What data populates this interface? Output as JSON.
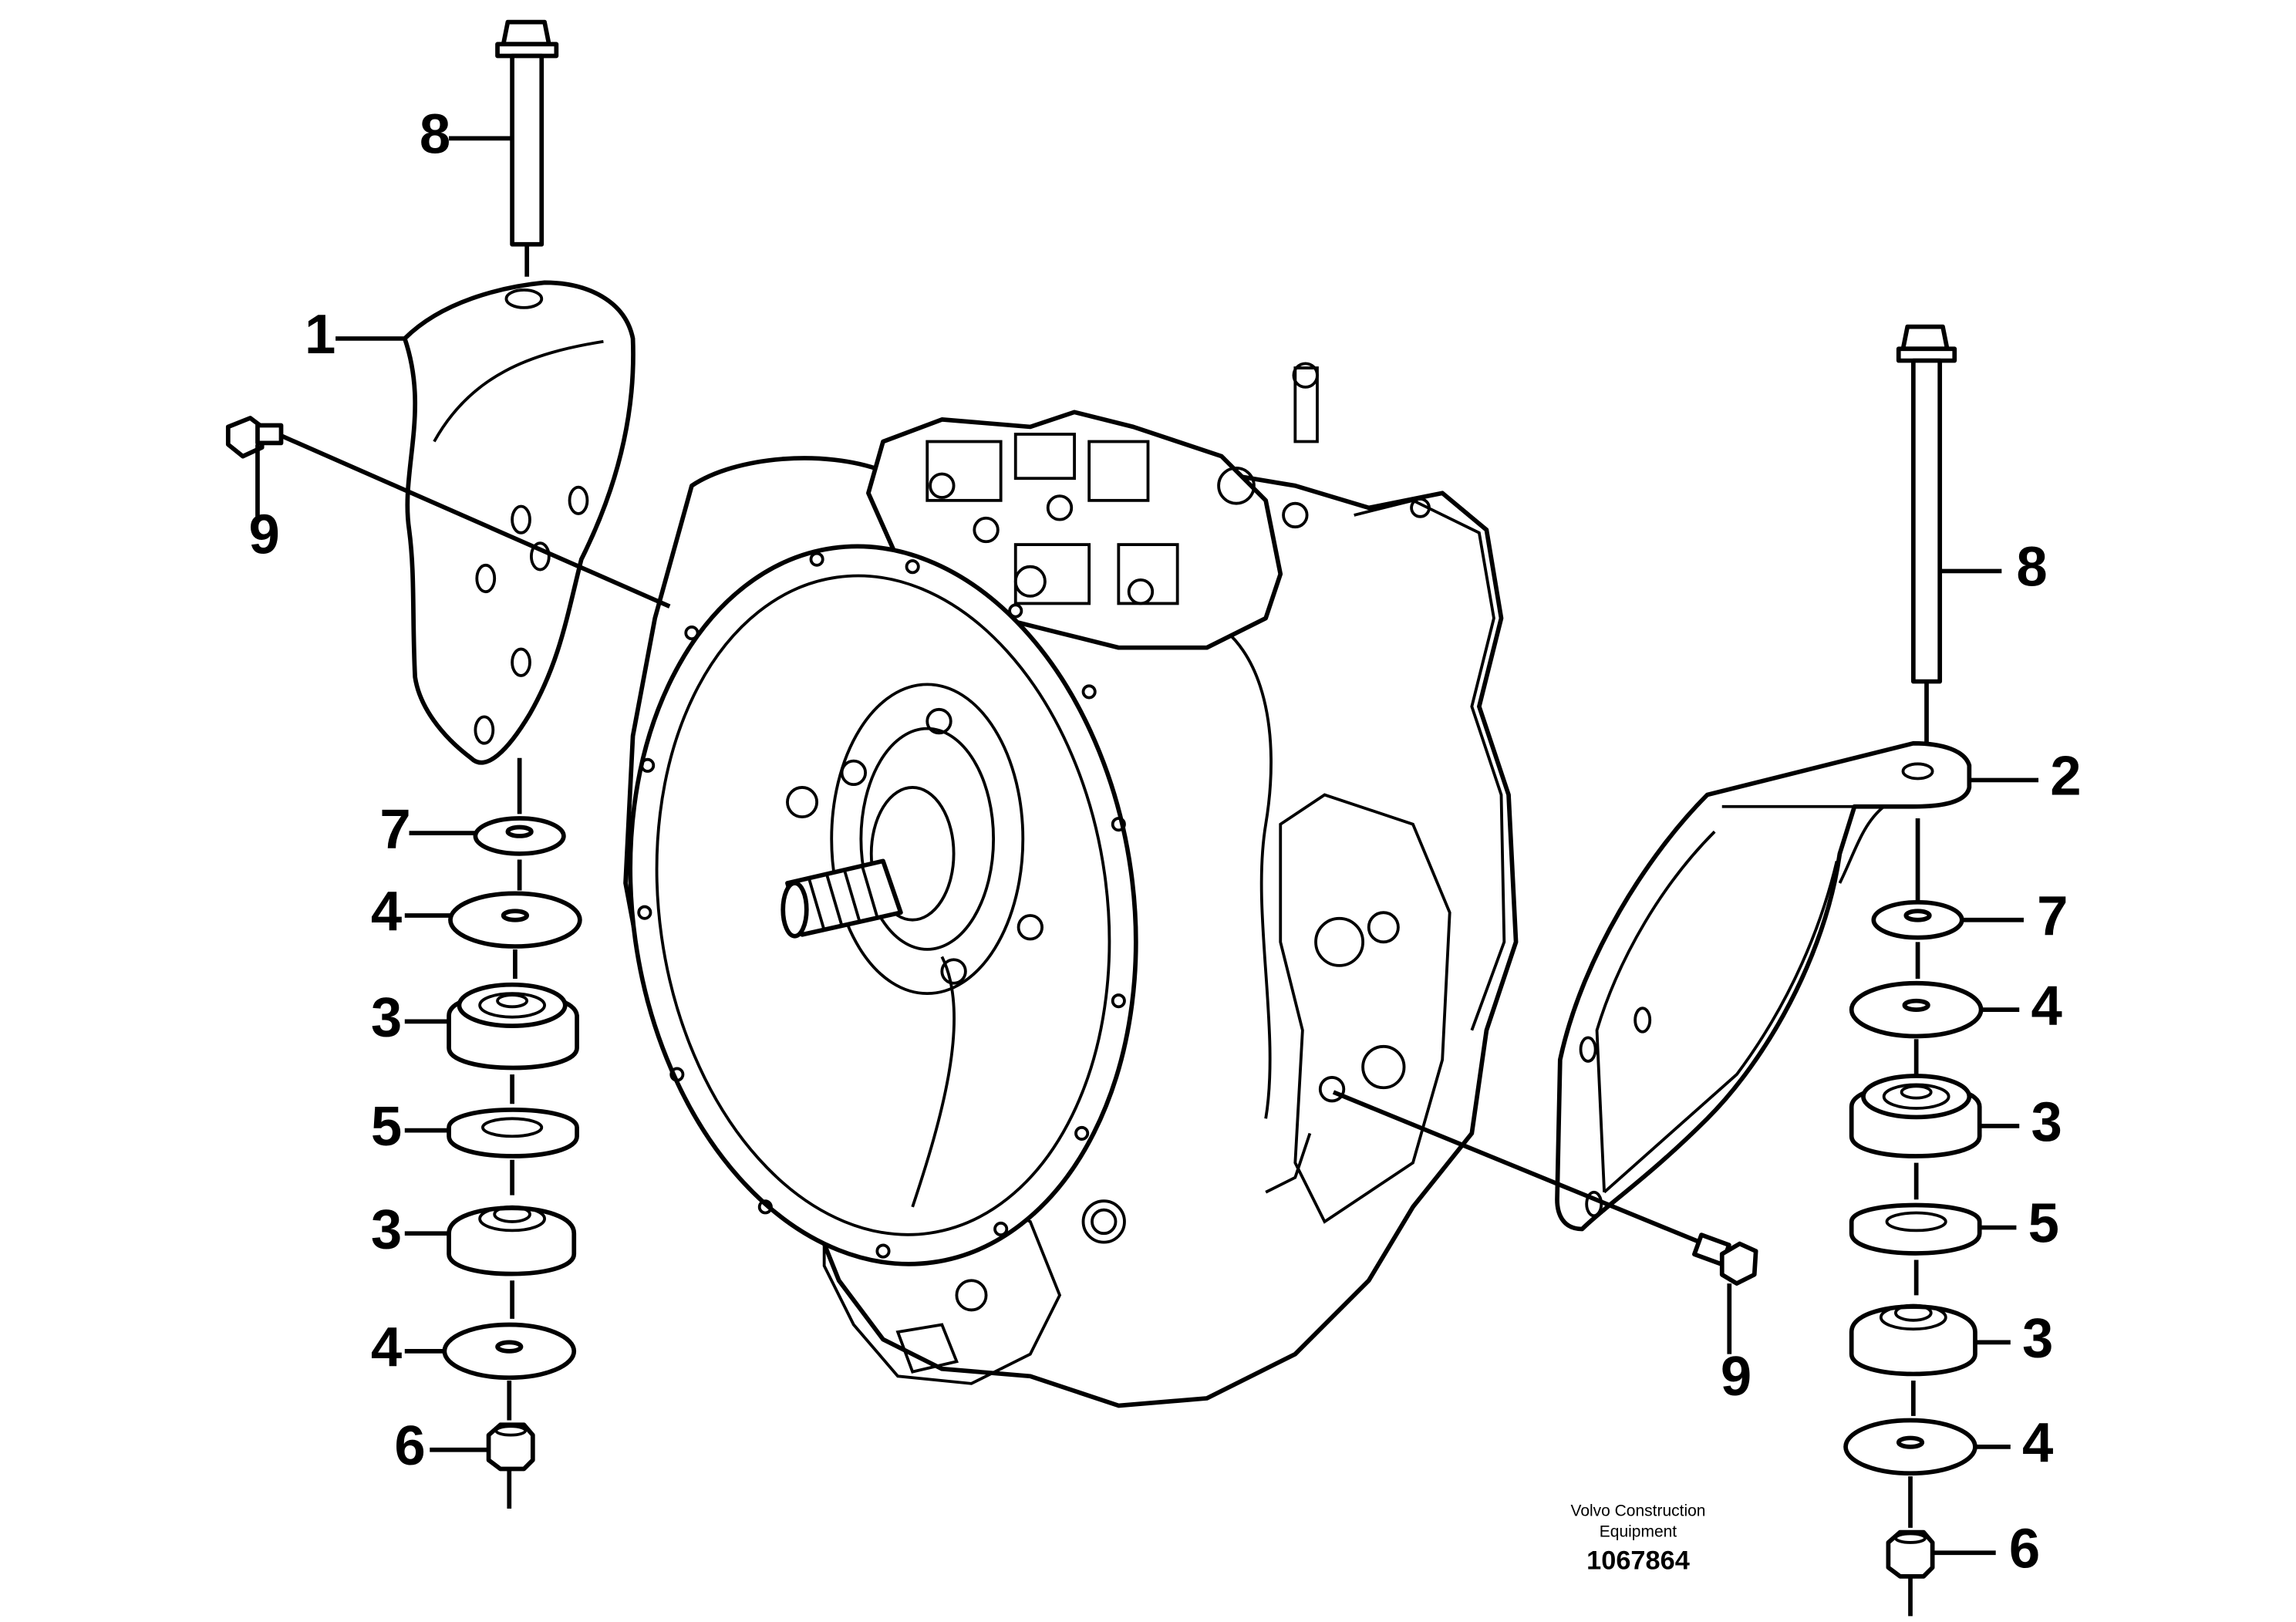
{
  "diagram": {
    "callouts": [
      {
        "key": "c8a",
        "label": "8"
      },
      {
        "key": "c1",
        "label": "1"
      },
      {
        "key": "c9a",
        "label": "9"
      },
      {
        "key": "c7a",
        "label": "7"
      },
      {
        "key": "c4a",
        "label": "4"
      },
      {
        "key": "c3a",
        "label": "3"
      },
      {
        "key": "c5a",
        "label": "5"
      },
      {
        "key": "c3b",
        "label": "3"
      },
      {
        "key": "c4b",
        "label": "4"
      },
      {
        "key": "c6a",
        "label": "6"
      },
      {
        "key": "c8b",
        "label": "8"
      },
      {
        "key": "c2",
        "label": "2"
      },
      {
        "key": "c7b",
        "label": "7"
      },
      {
        "key": "c4c",
        "label": "4"
      },
      {
        "key": "c3c",
        "label": "3"
      },
      {
        "key": "c5b",
        "label": "5"
      },
      {
        "key": "c3d",
        "label": "3"
      },
      {
        "key": "c4d",
        "label": "4"
      },
      {
        "key": "c6b",
        "label": "6"
      },
      {
        "key": "c9b",
        "label": "9"
      }
    ],
    "manufacturer_line1": "Volvo Construction",
    "manufacturer_line2": "Equipment",
    "figure_number": "1067864"
  }
}
